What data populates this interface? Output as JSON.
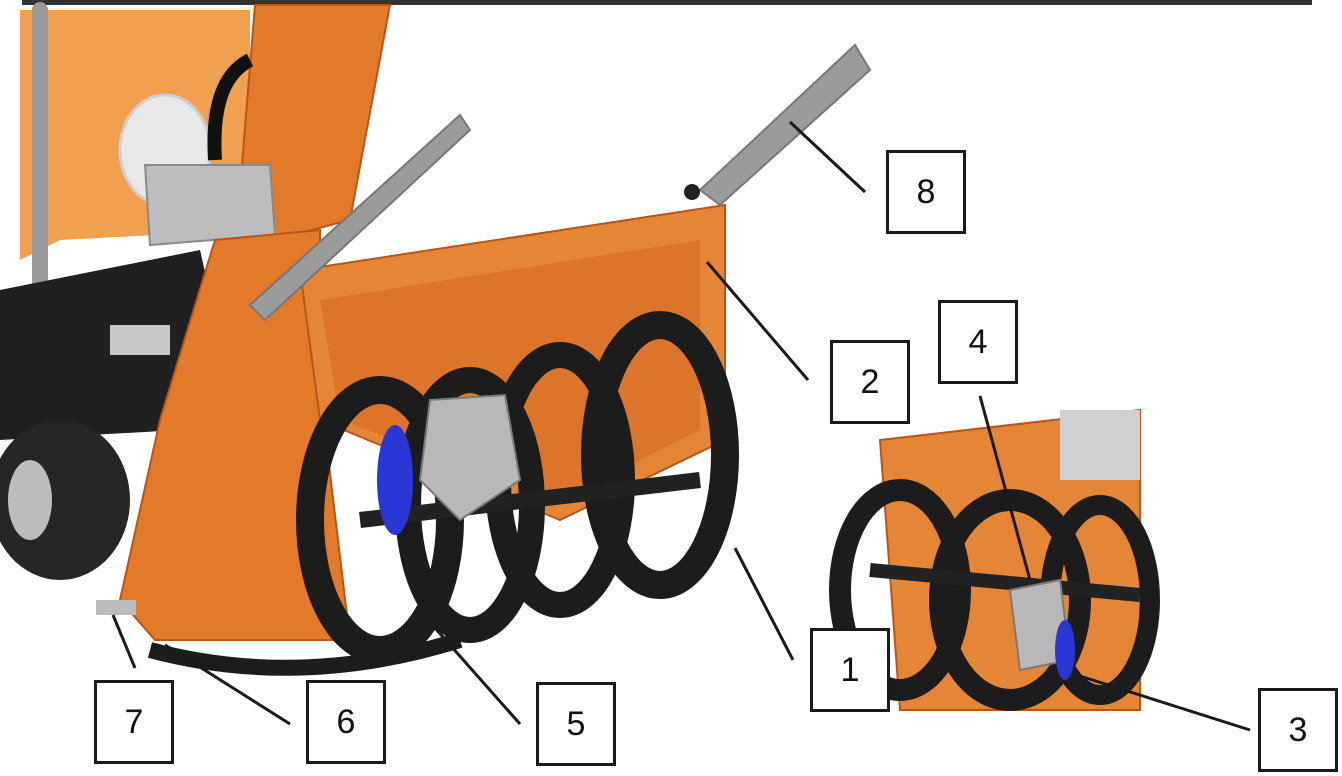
{
  "colors": {
    "housing_orange": "#e37a2a",
    "housing_dark_orange": "#b8561a",
    "auger_black": "#1c1c1c",
    "steel_gray": "#a9a9a9",
    "impeller_blue": "#2a36d6",
    "background": "#ffffff"
  },
  "callouts": {
    "c1": "1",
    "c2": "2",
    "c3": "3",
    "c4": "4",
    "c5": "5",
    "c6": "6",
    "c7": "7",
    "c8": "8"
  }
}
